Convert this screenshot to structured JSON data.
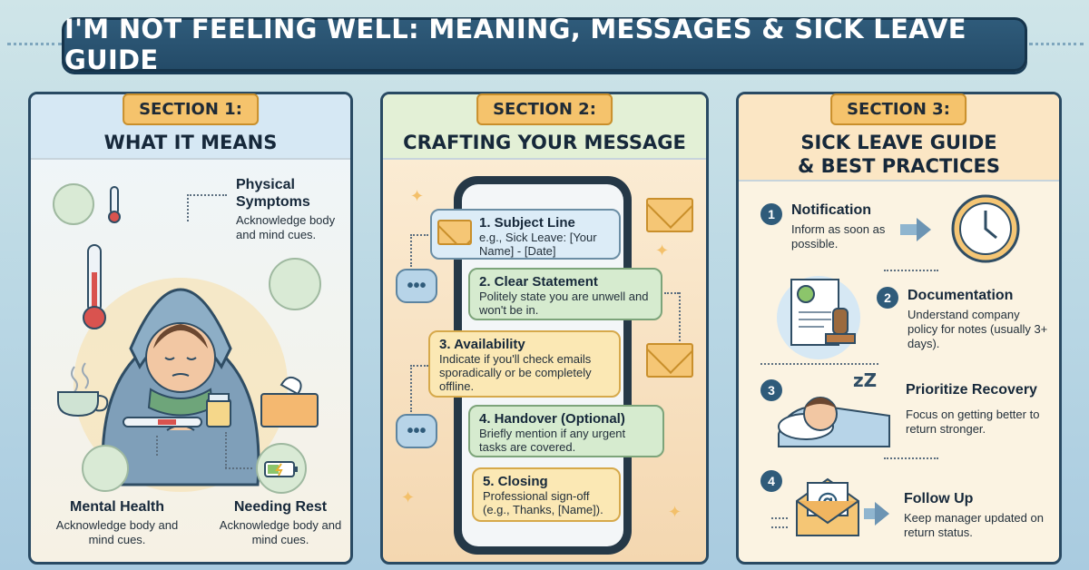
{
  "title": "I'M NOT FEELING WELL: MEANING, MESSAGES & SICK LEAVE GUIDE",
  "sections": [
    {
      "badge": "SECTION 1:",
      "heading": "WHAT IT MEANS",
      "items": [
        {
          "title": "Physical Symptoms",
          "text": "Acknowledge body and mind cues."
        },
        {
          "title": "Mental Health",
          "text": "Acknowledge body and mind cues."
        },
        {
          "title": "Needing Rest",
          "text": "Acknowledge body and mind cues."
        }
      ]
    },
    {
      "badge": "SECTION 2:",
      "heading": "CRAFTING YOUR MESSAGE",
      "items": [
        {
          "title": "1. Subject Line",
          "text": "e.g., Sick Leave: [Your Name] - [Date]"
        },
        {
          "title": "2. Clear Statement",
          "text": "Politely state you are unwell and won't be in."
        },
        {
          "title": "3. Availability",
          "text": "Indicate if you'll check emails sporadically or be completely offline."
        },
        {
          "title": "4. Handover (Optional)",
          "text": "Briefly mention if any urgent tasks are covered."
        },
        {
          "title": "5. Closing",
          "text": "Professional sign-off (e.g., Thanks, [Name])."
        }
      ]
    },
    {
      "badge": "SECTION 3:",
      "heading_line1": "SICK LEAVE GUIDE",
      "heading_line2": "& BEST PRACTICES",
      "items": [
        {
          "num": "1",
          "title": "Notification",
          "text": "Inform as soon as possible."
        },
        {
          "num": "2",
          "title": "Documentation",
          "text": "Understand company policy for notes (usually 3+ days)."
        },
        {
          "num": "3",
          "title": "Prioritize Recovery",
          "text": "Focus on getting better to return stronger."
        },
        {
          "num": "4",
          "title": "Follow Up",
          "text": "Keep manager updated on return status."
        }
      ]
    }
  ],
  "icons": [
    "thermometer-icon",
    "sick-person-icon",
    "tea-cup-icon",
    "tissue-box-icon",
    "battery-icon",
    "envelope-icon",
    "chat-bubble-icon",
    "clock-icon",
    "document-stamp-icon",
    "sleeping-person-icon",
    "email-at-icon"
  ],
  "colors": {
    "banner": "#2f5b7a",
    "badge": "#f5c36c",
    "outline": "#294a63"
  }
}
